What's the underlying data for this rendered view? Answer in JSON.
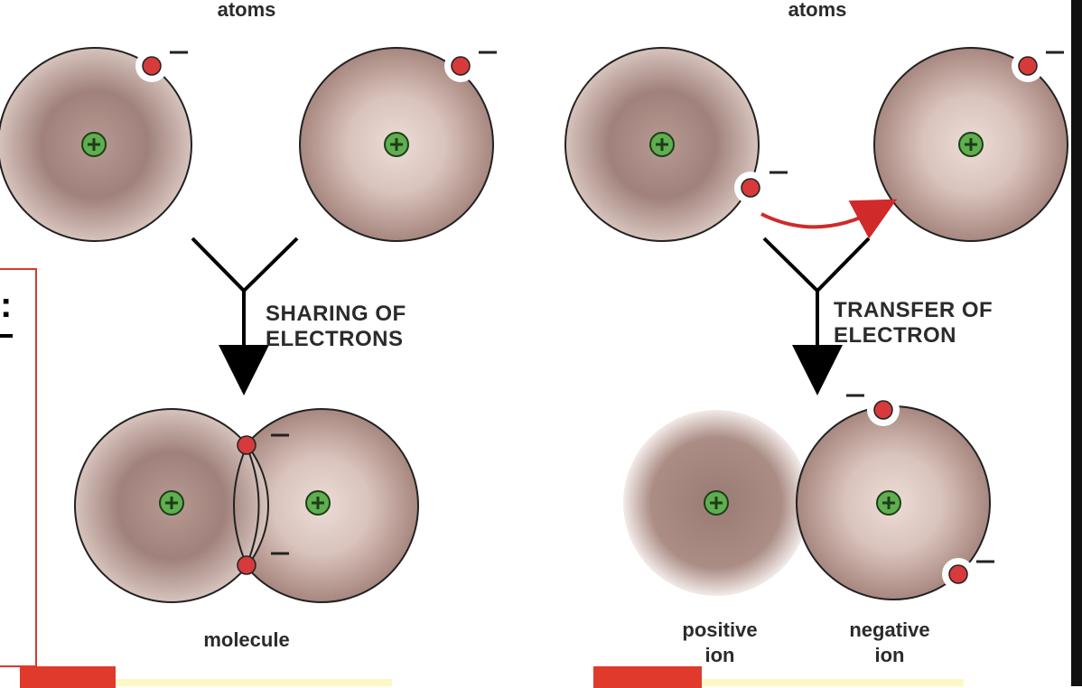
{
  "labels": {
    "left_top": "atoms",
    "right_top": "atoms",
    "sharing_line1": "SHARING OF",
    "sharing_line2": "ELECTRONS",
    "transfer_line1": "TRANSFER OF",
    "transfer_line2": "ELECTRON",
    "molecule": "molecule",
    "positive_line1": "positive",
    "positive_line2": "ion",
    "negative_line1": "negative",
    "negative_line2": "ion",
    "frame_mark": ":"
  },
  "symbols": {
    "plus": "+",
    "minus": "−"
  },
  "colors": {
    "atom_dark": "#8a6c66",
    "atom_light": "#ead9d3",
    "nucleus": "#5fae50",
    "electron": "#d63a3a",
    "transfer_arrow": "#d02a2a",
    "frame": "#d9382a",
    "bar_red": "#e03a2c",
    "bar_yellow": "#fdf7c3"
  }
}
